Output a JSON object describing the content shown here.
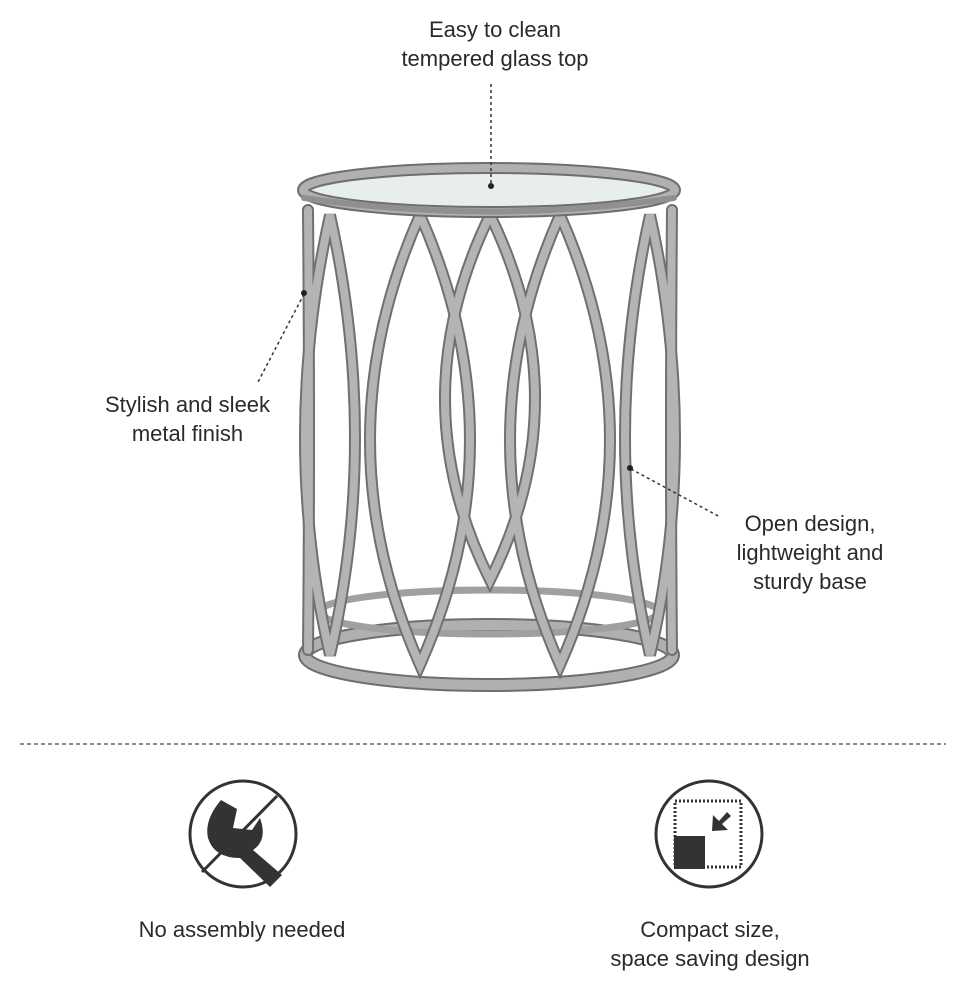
{
  "callouts": {
    "top": "Easy to clean\ntempered glass top",
    "left": "Stylish and sleek\nmetal finish",
    "right": "Open design,\nlightweight and\nsturdy base"
  },
  "features": [
    {
      "icon": "no-wrench-icon",
      "label": "No assembly needed"
    },
    {
      "icon": "compact-size-icon",
      "label": "Compact size,\nspace saving design"
    }
  ],
  "colors": {
    "text": "#2a2a2a",
    "metal": "#a8a8a8",
    "metal_edge": "#6e6e6e",
    "glass": "#e8eeee"
  }
}
